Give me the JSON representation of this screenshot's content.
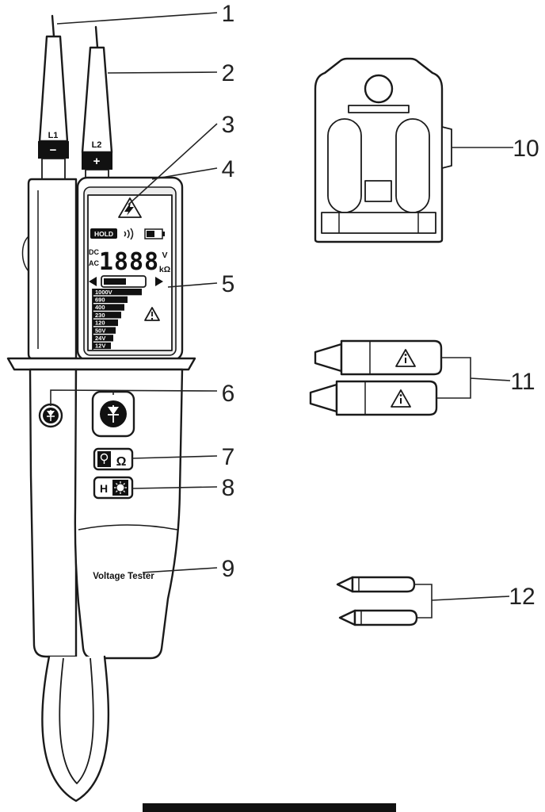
{
  "callouts": [
    "1",
    "2",
    "3",
    "4",
    "5",
    "6",
    "7",
    "8",
    "9",
    "10",
    "11",
    "12"
  ],
  "probes": {
    "left_label": "L1",
    "left_polarity": "−",
    "right_label": "L2",
    "right_polarity": "+"
  },
  "display": {
    "hold_indicator": "HOLD",
    "dc_label": "DC",
    "ac_label": "AC",
    "digits": "1888",
    "volt_unit": "V",
    "kilo_ohm_unit": "kΩ",
    "voltage_scale": [
      "1000V",
      "690",
      "400",
      "230",
      "120",
      "50V",
      "24V",
      "12V"
    ]
  },
  "buttons": {
    "ohm_label": "Ω",
    "hold_label": "H"
  },
  "labels": {
    "brand": "Voltage Tester"
  },
  "icons": {
    "display_warning": "high-voltage-warning-icon",
    "scale_warning": "warning-icon",
    "cap_warning": "warning-icon",
    "sound": "sound-on-icon",
    "battery": "battery-icon",
    "battery_range": "battery-range-indicator-icon",
    "diode": "diode-test-icon",
    "lamp": "lamp-icon",
    "backlight": "backlight-icon"
  }
}
